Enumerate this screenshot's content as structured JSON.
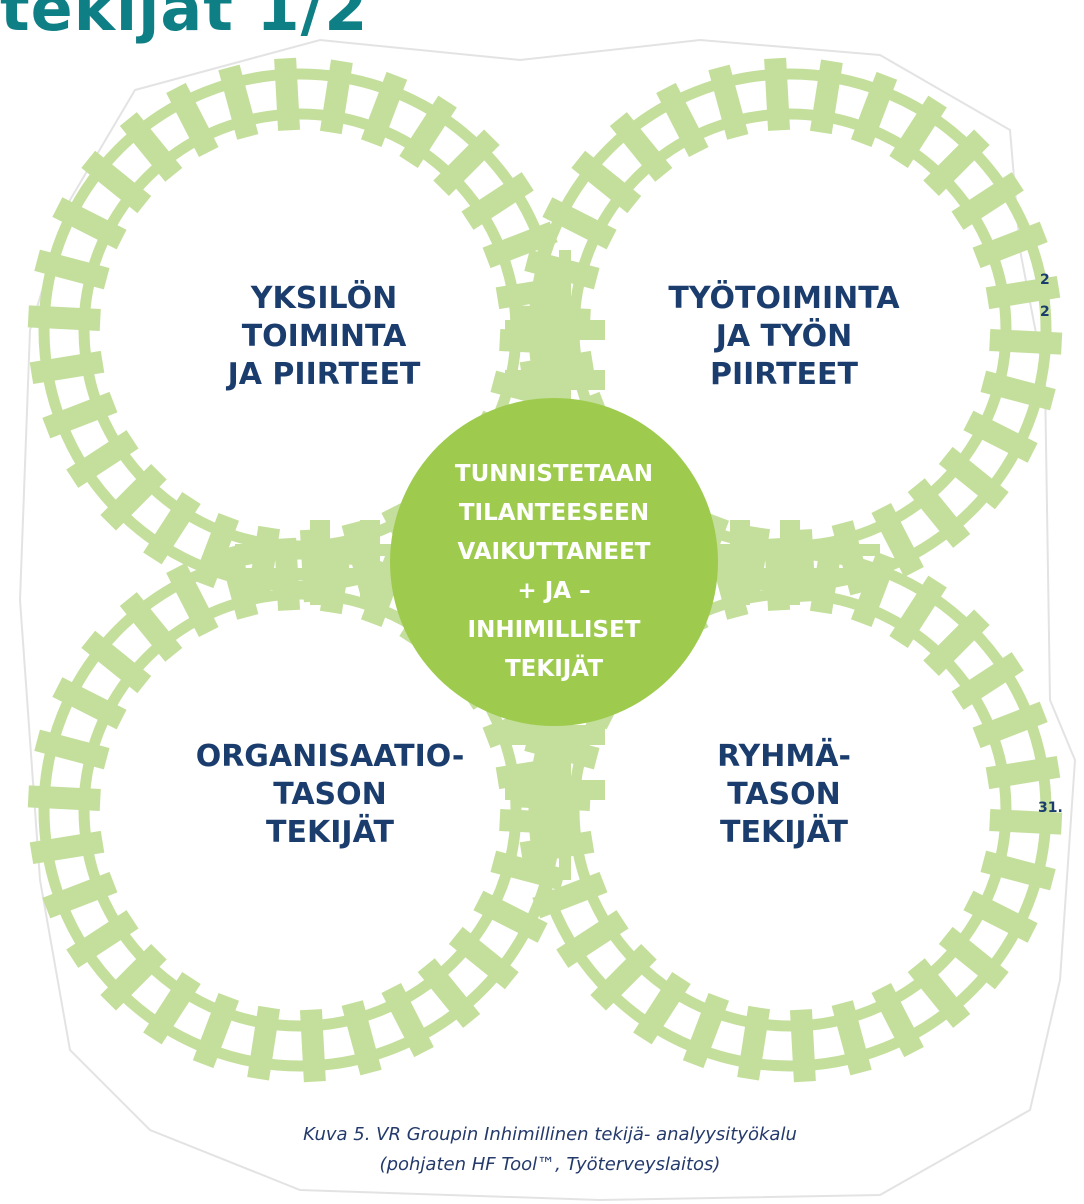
{
  "title": "tekijät 1/2",
  "colors": {
    "title": "#0f7f86",
    "track": "#c4df9c",
    "center_fill": "#9ecb4e",
    "label_text": "#1a3d6e",
    "center_text": "#ffffff",
    "caption_text": "#243a6b"
  },
  "quadrants": {
    "top_left": [
      "YKSILÖN",
      "TOIMINTA",
      "JA PIIRTEET"
    ],
    "top_right": [
      "TYÖTOIMINTA",
      "JA TYÖN",
      "PIIRTEET"
    ],
    "bottom_left": [
      "ORGANISAATIO-",
      "TASON",
      "TEKIJÄT"
    ],
    "bottom_right": [
      "RYHMÄ-",
      "TASON",
      "TEKIJÄT"
    ]
  },
  "center": [
    "TUNNISTETAAN",
    "TILANTEESEEN",
    "VAIKUTTANEET",
    "+ JA –",
    "INHIMILLISET",
    "TEKIJÄT"
  ],
  "caption": [
    "Kuva 5. VR Groupin Inhimillinen tekijä- analyysityökalu",
    "(pohjaten HF Tool™, Työterveyslaitos)"
  ],
  "edge_fragments": [
    "2",
    "2",
    "31."
  ]
}
